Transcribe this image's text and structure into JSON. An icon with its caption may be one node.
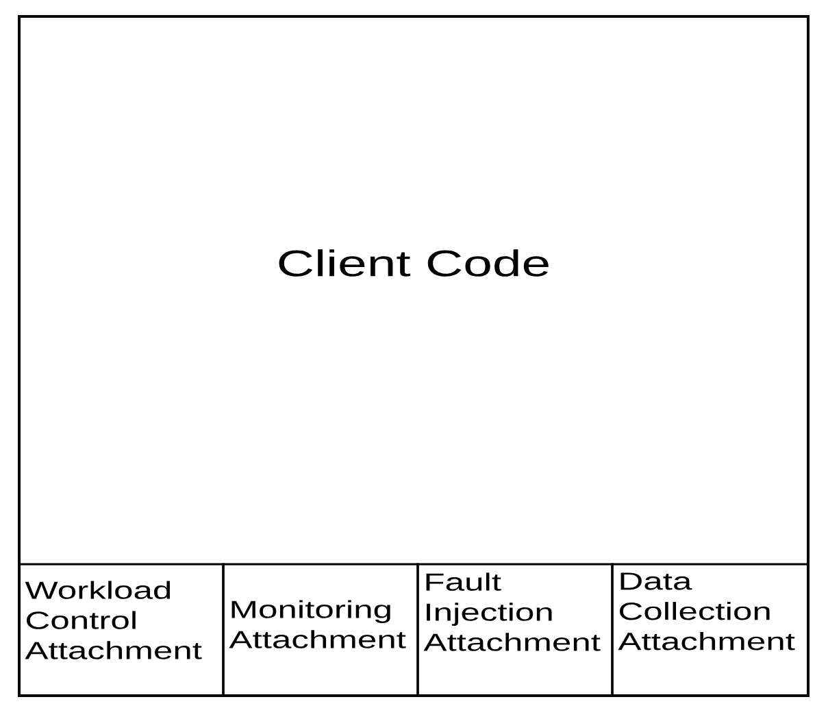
{
  "diagram": {
    "nodes": [
      {
        "text": [
          "Client Code"
        ]
      },
      {
        "text": [
          "Workload Control Attachment"
        ],
        "in": 0
      },
      {
        "text": [
          "Monitoring Attachment"
        ],
        "in": 0
      },
      {
        "text": [
          "Fault Injection Attachment"
        ],
        "in": 0
      },
      {
        "text": [
          "Data Collection Attachment"
        ],
        "in": 0
      }
    ]
  }
}
